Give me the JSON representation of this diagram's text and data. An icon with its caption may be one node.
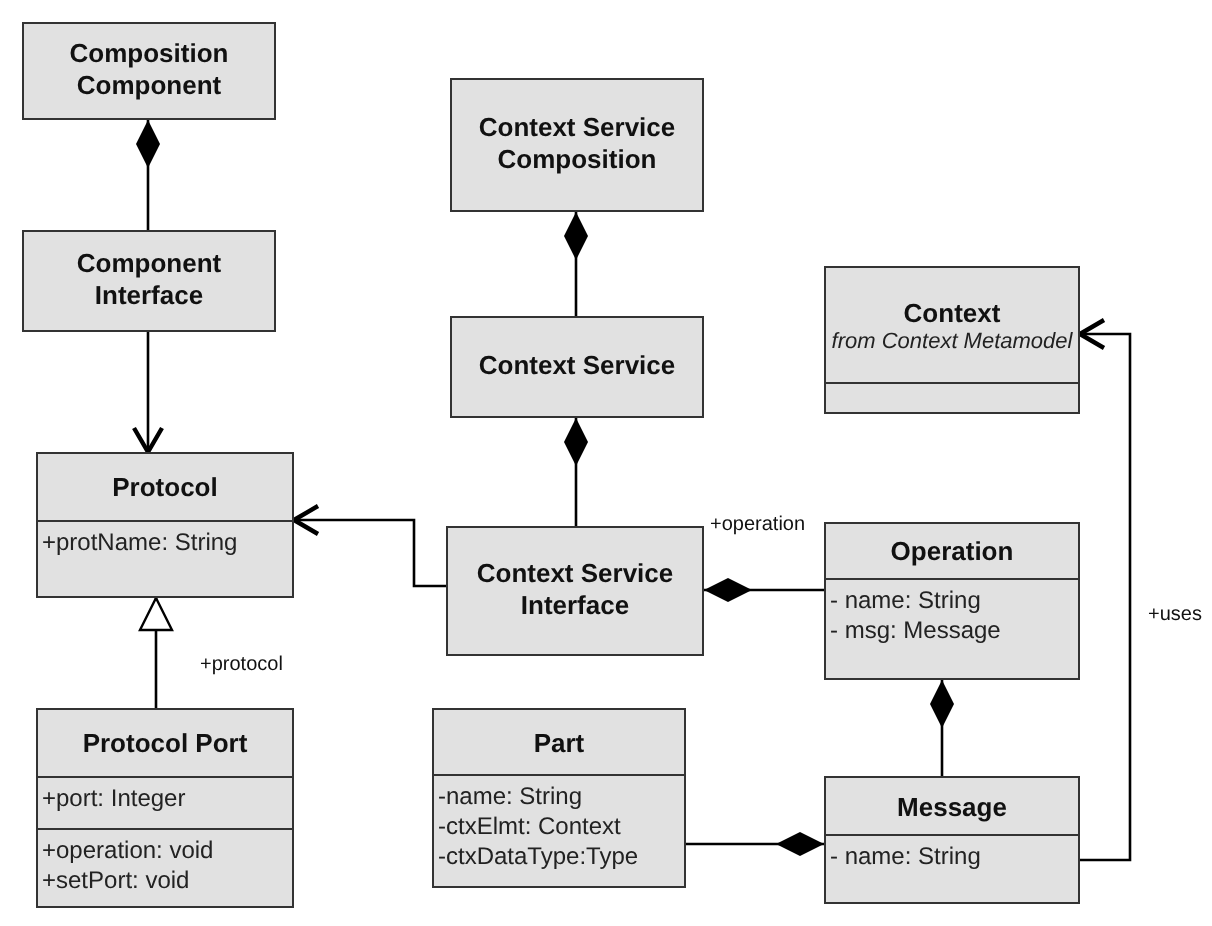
{
  "diagram": {
    "nodes": [
      {
        "text": [
          "Composition Component"
        ]
      },
      {
        "text": [
          "Component Interface"
        ]
      },
      {
        "text": [
          "Context Service Composition"
        ]
      },
      {
        "text": [
          "Context",
          "from Context Metamodel"
        ]
      },
      {
        "text": [
          "Context Service"
        ]
      },
      {
        "text": [
          "Protocol",
          "+protName: String"
        ]
      },
      {
        "text": [
          "Context Service Interface"
        ]
      },
      {
        "text": [
          "Operation",
          "- name: String",
          "- msg: Message"
        ]
      },
      {
        "text": [
          "Protocol Port",
          "+port: Integer",
          "+operation: void",
          "+setPort: void"
        ]
      },
      {
        "text": [
          "Part",
          "-name: String",
          "-ctxElmt: Context",
          "-ctxDataType:Type"
        ]
      },
      {
        "text": [
          "Message",
          "- name: String"
        ]
      }
    ],
    "edges": [
      {
        "from": 0,
        "to": 1,
        "arrow": "other"
      },
      {
        "from": 1,
        "to": 5,
        "arrow": "to"
      },
      {
        "from": 2,
        "to": 4,
        "arrow": "other"
      },
      {
        "from": 4,
        "to": 6,
        "arrow": "other"
      },
      {
        "from": 6,
        "to": 5,
        "arrow": "to"
      },
      {
        "from": 6,
        "to": 7,
        "arrow": "other",
        "label": "+operation"
      },
      {
        "from": 8,
        "to": 5,
        "arrow": "to",
        "label": "+protocol"
      },
      {
        "from": 7,
        "to": 10,
        "arrow": "other"
      },
      {
        "from": 10,
        "to": 9,
        "arrow": "other"
      },
      {
        "from": 10,
        "to": 3,
        "arrow": "to",
        "label": "+uses"
      }
    ]
  }
}
